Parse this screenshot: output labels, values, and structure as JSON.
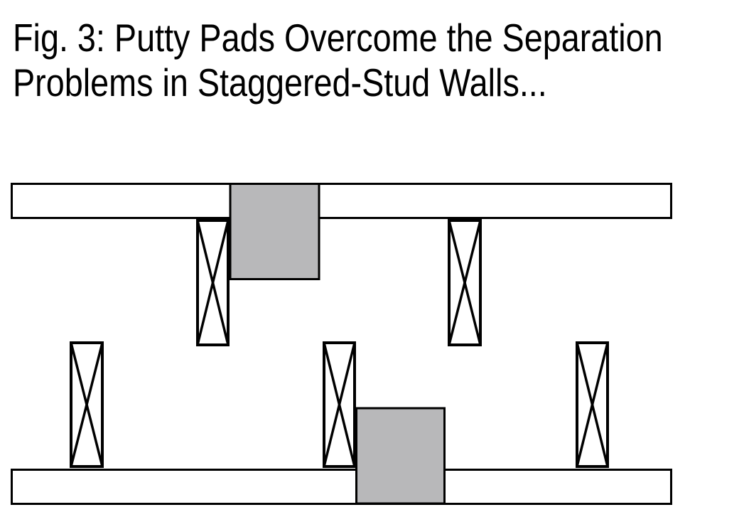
{
  "figure": {
    "title_line1": "Fig. 3: Putty Pads Overcome the Separation",
    "title_line2": "Problems in Staggered-Stud Walls..."
  },
  "colors": {
    "putty-pad": "#b8b8ba",
    "outline": "#000000",
    "lumber-fill": "#ffffff",
    "background": "#ffffff"
  },
  "diagram": {
    "upper_wall": {
      "plates": 1,
      "studs": 2,
      "putty_pads": 1
    },
    "lower_wall": {
      "plates": 1,
      "studs": 3,
      "putty_pads": 1
    }
  }
}
